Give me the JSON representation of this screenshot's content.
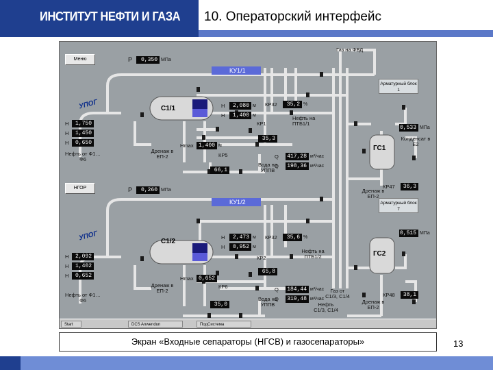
{
  "header": {
    "institute": "ИНСТИТУТ НЕФТИ И ГАЗА",
    "title": "10. Операторский интерфейс"
  },
  "caption": "Экран «Входные сепараторы (НГСВ) и газосепараторы»",
  "page_number": "13",
  "top": {
    "menu_btn": "Меню",
    "p_label": "P",
    "p_value": "0,350",
    "p_unit": "МПа",
    "ku_label": "КУ1/1",
    "upog": "УПОГ",
    "vessel": "С1/1",
    "h1_label": "H",
    "h1_value": "2,080",
    "h1_unit": "м",
    "h2_label": "H",
    "h2_value": "1,400",
    "h2_unit": "м",
    "left_h1": "1,750",
    "left_h2": "1,450",
    "left_h3": "0,650",
    "left_h_label": "H",
    "kr2_label": "КР32",
    "kr2_value": "35,2",
    "kr_unit": "%",
    "kr1_label": "КР1",
    "kr1_value": "35,3",
    "kr5_label": "КР5",
    "h_max_label": "Hmax",
    "h_max_value": "1,400",
    "h_max_unit": "м",
    "q_label": "Q",
    "q1_value": "417,28",
    "q2_value": "198,36",
    "q_unit": "м³/час",
    "oil_in": "Нефть от Ф1…Ф6",
    "drain": "Дренаж в ЕП-2",
    "drain_val": "66,1",
    "water_out": "Вода на УППВ",
    "oil_out": "Нефть на ПТБ1/1",
    "gas_out": "Газ на ФВД",
    "arm_block": "Арматурный блок 1",
    "gs_label": "ГС1",
    "gs_p_value": "0,533",
    "gs_p_unit": "МПа",
    "condensate": "Конденсат в Е2",
    "kr47_label": "КР47",
    "kr47_value": "36,3",
    "drain2": "Дренаж в ЕП-2"
  },
  "bottom": {
    "ngsv_btn": "НГОР",
    "p_label": "P",
    "p_value": "0,260",
    "p_unit": "МПа",
    "ku_label": "КУ1/2",
    "upog": "УПОГ",
    "vessel": "С1/2",
    "h1_label": "H",
    "h1_value": "2,473",
    "h1_unit": "м",
    "h2_label": "H",
    "h2_value": "0,952",
    "h2_unit": "м",
    "left_h1": "2,092",
    "left_h2": "1,402",
    "left_h3": "0,652",
    "left_h_label": "H",
    "kr2_label": "КР32",
    "kr2_value": "35,6",
    "kr_unit": "%",
    "kr1_label": "КР2",
    "kr1_value": "65,8",
    "kr5_label": "КР6",
    "h_max_label": "Hmax",
    "h_max_value": "0,652",
    "q_label": "Q",
    "q1_value": "184,44",
    "q2_value": "319,48",
    "q_unit": "м³/час",
    "oil_in": "Нефть от Ф1…Ф6",
    "drain": "Дренаж в ЕП-2",
    "drain_val": "35,0",
    "water_out": "Вода на УППВ",
    "oil_out": "Нефть на ПТБ1/2",
    "arm_block": "Арматурный блок 7",
    "gs_label": "ГС2",
    "gs_p_value": "0,515",
    "gs_p_unit": "МПа",
    "gas_from": "Газ от С1/3, С1/4",
    "oil_from": "Нефть С1/3, С1/4",
    "kr48_label": "КР48",
    "kr48_value": "38,1",
    "drain2": "Дренаж в ЕП-2"
  },
  "taskbar": {
    "start": "Start",
    "t1": "DCS Anwendun",
    "t2": "ПодСистема"
  },
  "colors": {
    "header_dark": "#1f3f8f",
    "header_light": "#5b78c8",
    "screen_bg": "#9aa0a4",
    "pipe": "#e6e6e6",
    "ku_bar": "#5b6ad8"
  }
}
